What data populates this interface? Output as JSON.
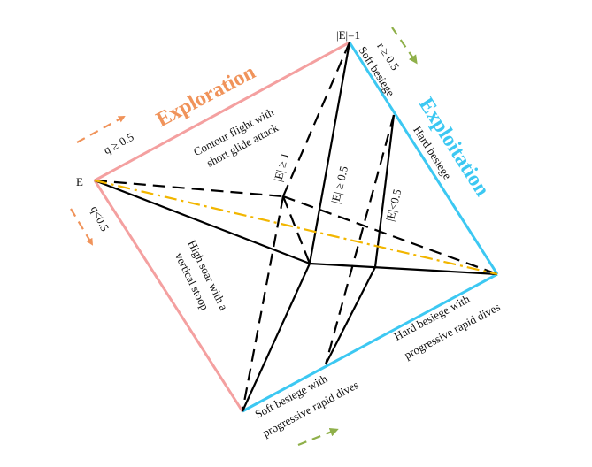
{
  "colors": {
    "exploration": "#f4a0a0",
    "exploration_label": "#f0935a",
    "exploitation": "#3cc8f2",
    "orange_arrow": "#f0935a",
    "green_arrow": "#8fb04a",
    "dashdot": "#f2b600",
    "line": "#000000"
  },
  "labels": {
    "exploration": "Exploration",
    "exploitation": "Exploitation",
    "vertex_e": "E",
    "vertex_top": "|E|=1",
    "r_cond": "r ≥ 0.5",
    "soft_besiege": "Soft besiege",
    "hard_besiege": "Hard besiege",
    "q_ge": "q ≥ 0.5",
    "q_lt": "q<0.5",
    "contour_1": "Contour flight with",
    "contour_2": "short glide attack",
    "high_soar_1": "High soar with a",
    "high_soar_2": "vertical stoop",
    "e_ge_1": "|E| ≥ 1",
    "e_ge_05": "|E| ≥ 0.5",
    "e_lt_05": "|E|<0.5",
    "hard_rapid_1": "Hard besiege with",
    "hard_rapid_2": "progressive rapid dives",
    "soft_rapid_1": "Soft besiege with",
    "soft_rapid_2": "progressive rapid dives"
  }
}
